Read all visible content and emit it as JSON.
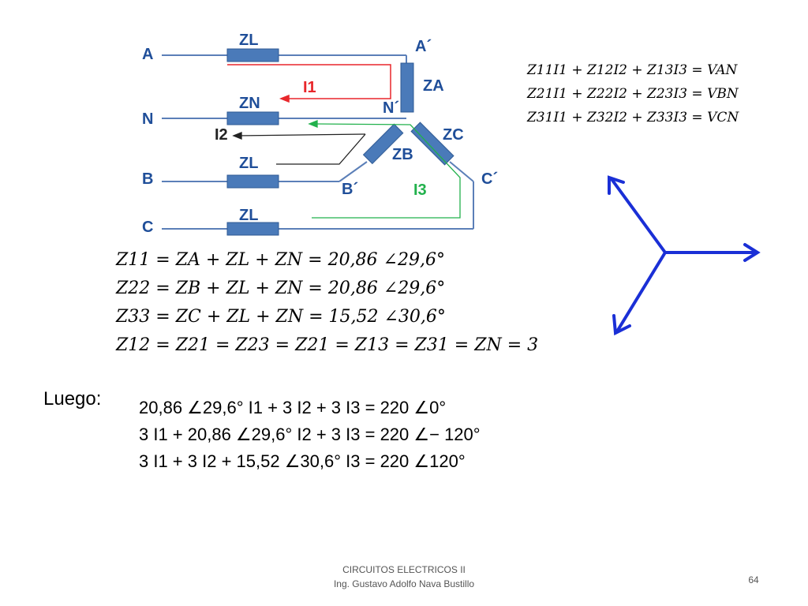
{
  "diagram": {
    "nodes": {
      "a": "A",
      "n": "N",
      "b": "B",
      "c": "C",
      "a_prime": "A´",
      "n_prime": "N´",
      "b_prime": "B´",
      "c_prime": "C´"
    },
    "impedances": {
      "zl": "ZL",
      "zn": "ZN",
      "za": "ZA",
      "zb": "ZB",
      "zc": "ZC"
    },
    "currents": {
      "i1": "I1",
      "i2": "I2",
      "i3": "I3"
    },
    "colors": {
      "wire": "#5b7fb8",
      "component": "#4a7ab9",
      "i1": "#e8272b",
      "i2": "#222222",
      "i3": "#22b14c",
      "arrows": "#1a2fd6"
    }
  },
  "mesh_equations": [
    "Z11I1 + Z12I2 + Z13I3 = VAN",
    "Z21I1 + Z22I2 + Z23I3 = VBN",
    "Z31I1 + Z32I2 + Z33I3 = VCN"
  ],
  "impedance_equations": [
    "Z11 = ZA + ZL + ZN = 20,86 ∠29,6°",
    "Z22 = ZB + ZL + ZN = 20,86 ∠29,6°",
    "Z33 = ZC + ZL + ZN = 15,52 ∠30,6°",
    "Z12 = Z21 = Z23 = Z21 = Z13 = Z31 = ZN = 3"
  ],
  "luego_label": "Luego:",
  "system": [
    "20,86 ∠29,6° I1 + 3 I2 + 3 I3 = 220 ∠0°",
    "3 I1 + 20,86 ∠29,6° I2 + 3 I3 = 220 ∠− 120°",
    "3 I1 + 3 I2 + 15,52 ∠30,6° I3 = 220 ∠120°"
  ],
  "footer": {
    "course": "CIRCUITOS ELECTRICOS II",
    "author": "Ing. Gustavo Adolfo Nava Bustillo"
  },
  "page_number": "64"
}
